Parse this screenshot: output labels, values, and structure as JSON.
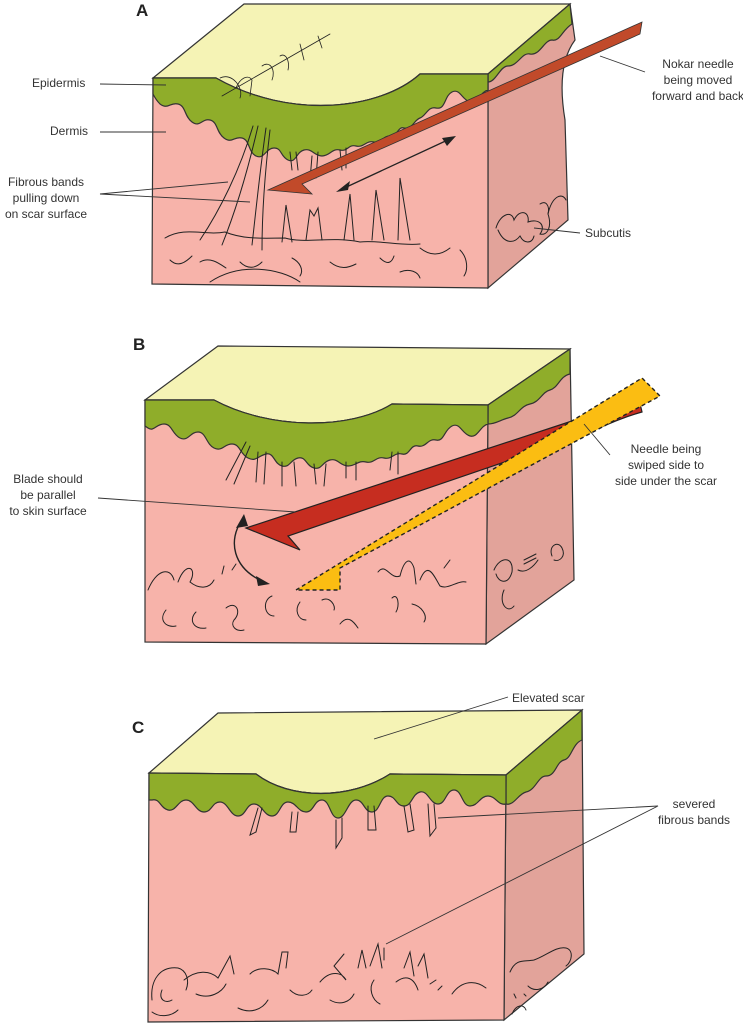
{
  "figure": {
    "colors": {
      "scar_surface": "#f5f3b5",
      "epidermis": "#8fad2a",
      "dermis_front": "#f7b3aa",
      "dermis_side": "#e2a39a",
      "needle_a": "#c14a2a",
      "needle_b_red": "#c62d20",
      "needle_b_yellow": "#fbbd12",
      "outline": "#333333"
    },
    "panels": [
      {
        "letter": "A",
        "labels": {
          "epidermis": "Epidermis",
          "dermis": "Dermis",
          "fibrous_bands": [
            "Fibrous bands",
            "pulling down",
            "on scar surface"
          ],
          "needle": [
            "Nokar needle",
            "being moved",
            "forward and back"
          ],
          "subcutis": "Subcutis"
        }
      },
      {
        "letter": "B",
        "labels": {
          "blade": [
            "Blade should",
            "be parallel",
            "to skin surface"
          ],
          "needle": [
            "Needle being",
            "swiped side to",
            "side under the scar"
          ]
        }
      },
      {
        "letter": "C",
        "labels": {
          "elevated_scar": "Elevated scar",
          "severed_bands": [
            "severed",
            "fibrous bands"
          ]
        }
      }
    ]
  }
}
